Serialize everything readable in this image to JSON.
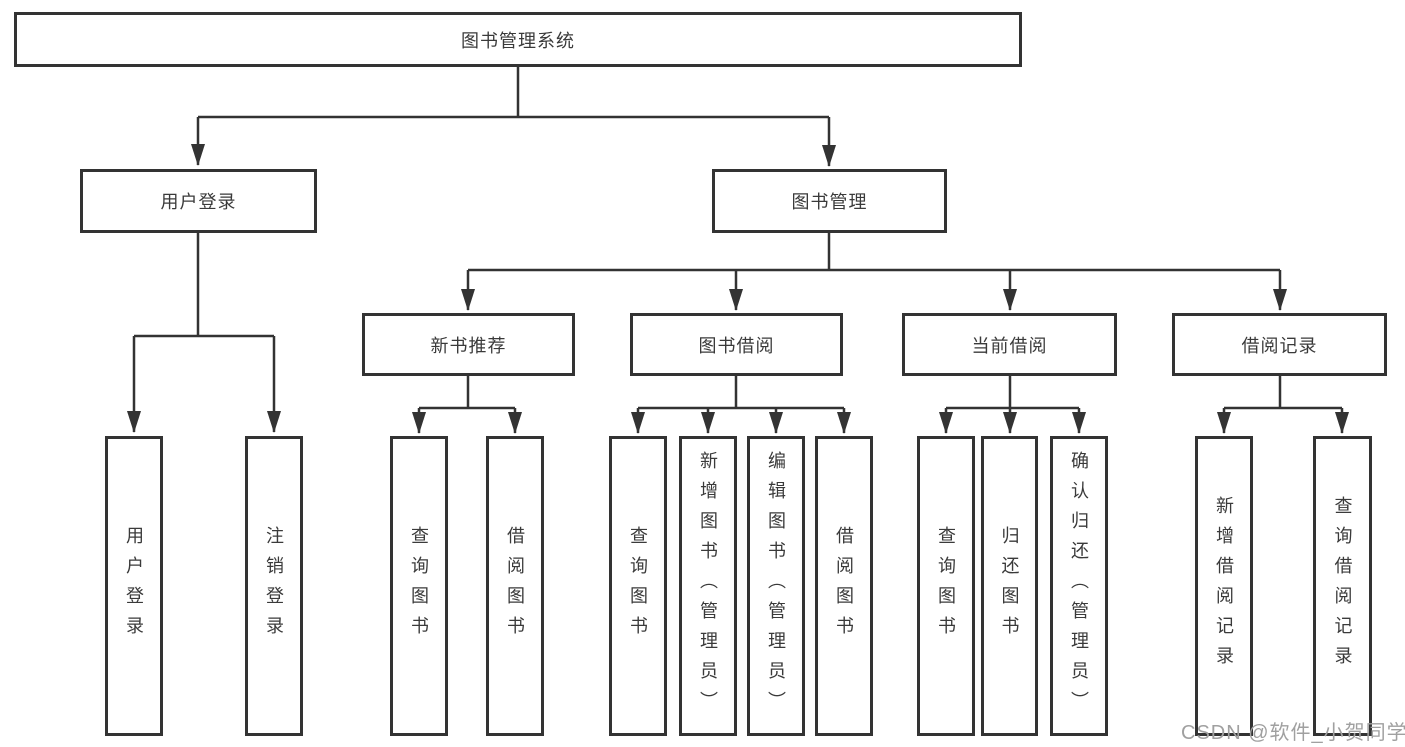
{
  "diagram": {
    "root": {
      "label": "图书管理系统"
    },
    "branches": [
      {
        "label": "用户登录",
        "children": [
          {
            "label": "用户登录"
          },
          {
            "label": "注销登录"
          }
        ]
      },
      {
        "label": "图书管理",
        "children": [
          {
            "label": "新书推荐",
            "children": [
              {
                "label": "查询图书"
              },
              {
                "label": "借阅图书"
              }
            ]
          },
          {
            "label": "图书借阅",
            "children": [
              {
                "label": "查询图书"
              },
              {
                "label": "新增图书（管理员）"
              },
              {
                "label": "编辑图书（管理员）"
              },
              {
                "label": "借阅图书"
              }
            ]
          },
          {
            "label": "当前借阅",
            "children": [
              {
                "label": "查询图书"
              },
              {
                "label": "归还图书"
              },
              {
                "label": "确认归还（管理员）"
              }
            ]
          },
          {
            "label": "借阅记录",
            "children": [
              {
                "label": "新增借阅记录"
              },
              {
                "label": "查询借阅记录"
              }
            ]
          }
        ]
      }
    ],
    "watermark": "CSDN @软件_小贺同学",
    "colors": {
      "line": "#333333",
      "text": "#3a3a3a",
      "watermark": "#a0a0a0",
      "background": "#ffffff"
    }
  }
}
